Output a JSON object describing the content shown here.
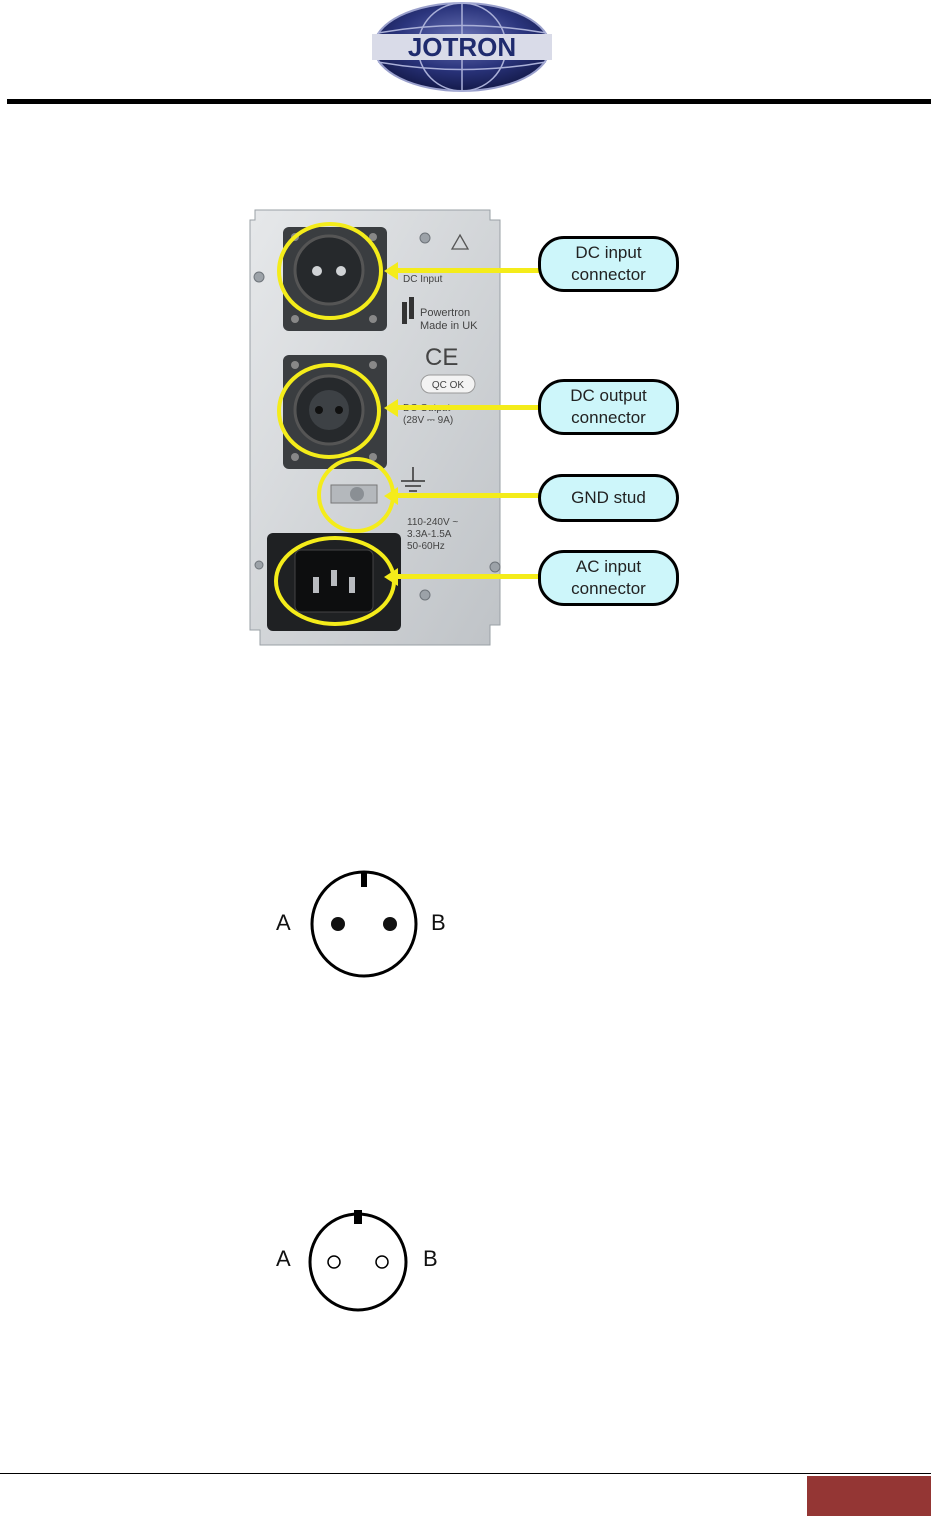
{
  "header": {
    "logo_text": "JOTRON"
  },
  "photo": {
    "panel_labels": {
      "dc_input": "DC Input",
      "brand": "Powertron",
      "made_in": "Made in UK",
      "ce": "CE",
      "qc": "QC OK",
      "dc_output": "DC Output",
      "dc_output_rating": "(28V ⎓ 9A)",
      "ac_rating_1": "110-240V ~",
      "ac_rating_2": "3.3A-1.5A",
      "ac_rating_3": "50-60Hz"
    }
  },
  "callouts": [
    {
      "line1": "DC input",
      "line2": "connector"
    },
    {
      "line1": "DC output",
      "line2": "connector"
    },
    {
      "line1": "GND stud",
      "line2": ""
    },
    {
      "line1": "AC input",
      "line2": "connector"
    }
  ],
  "pinouts": [
    {
      "left_label": "A",
      "right_label": "B",
      "pin_style": "filled"
    },
    {
      "left_label": "A",
      "right_label": "B",
      "pin_style": "hollow"
    }
  ],
  "colors": {
    "highlight_yellow": "#f4ec1a",
    "callout_fill": "#cdf6fa",
    "page_tab": "#943634",
    "logo_blue": "#1f2b6e"
  }
}
